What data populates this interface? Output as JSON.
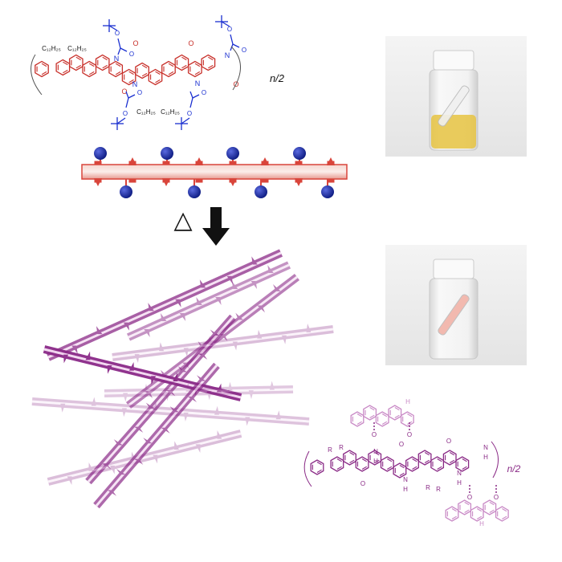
{
  "top_structure": {
    "substituent": "C₁₂H₂₅",
    "repeat_label": "n/2",
    "atoms": {
      "oxygen": "O",
      "nitrogen": "N"
    },
    "colors": {
      "backbone": "#c8302a",
      "boc": "#1a2fd0",
      "alkyl": "#111111"
    }
  },
  "bottom_structure": {
    "substituent": "R",
    "repeat_label": "n/2",
    "atoms": {
      "oxygen": "O",
      "nitrogen": "N",
      "hydrogen": "H"
    },
    "colors": {
      "backbone": "#8a2a86",
      "faded": "#c98ac6"
    }
  },
  "process": {
    "heat_symbol": "△",
    "arrow": "down-arrow-icon"
  },
  "vials": {
    "before_color": "#e6c341",
    "after_color": "#f2b3a8"
  },
  "schematic": {
    "rod_color": "#d9453b",
    "ball_color": "#1b2ea8",
    "fiber_color": "#8b2a88"
  }
}
